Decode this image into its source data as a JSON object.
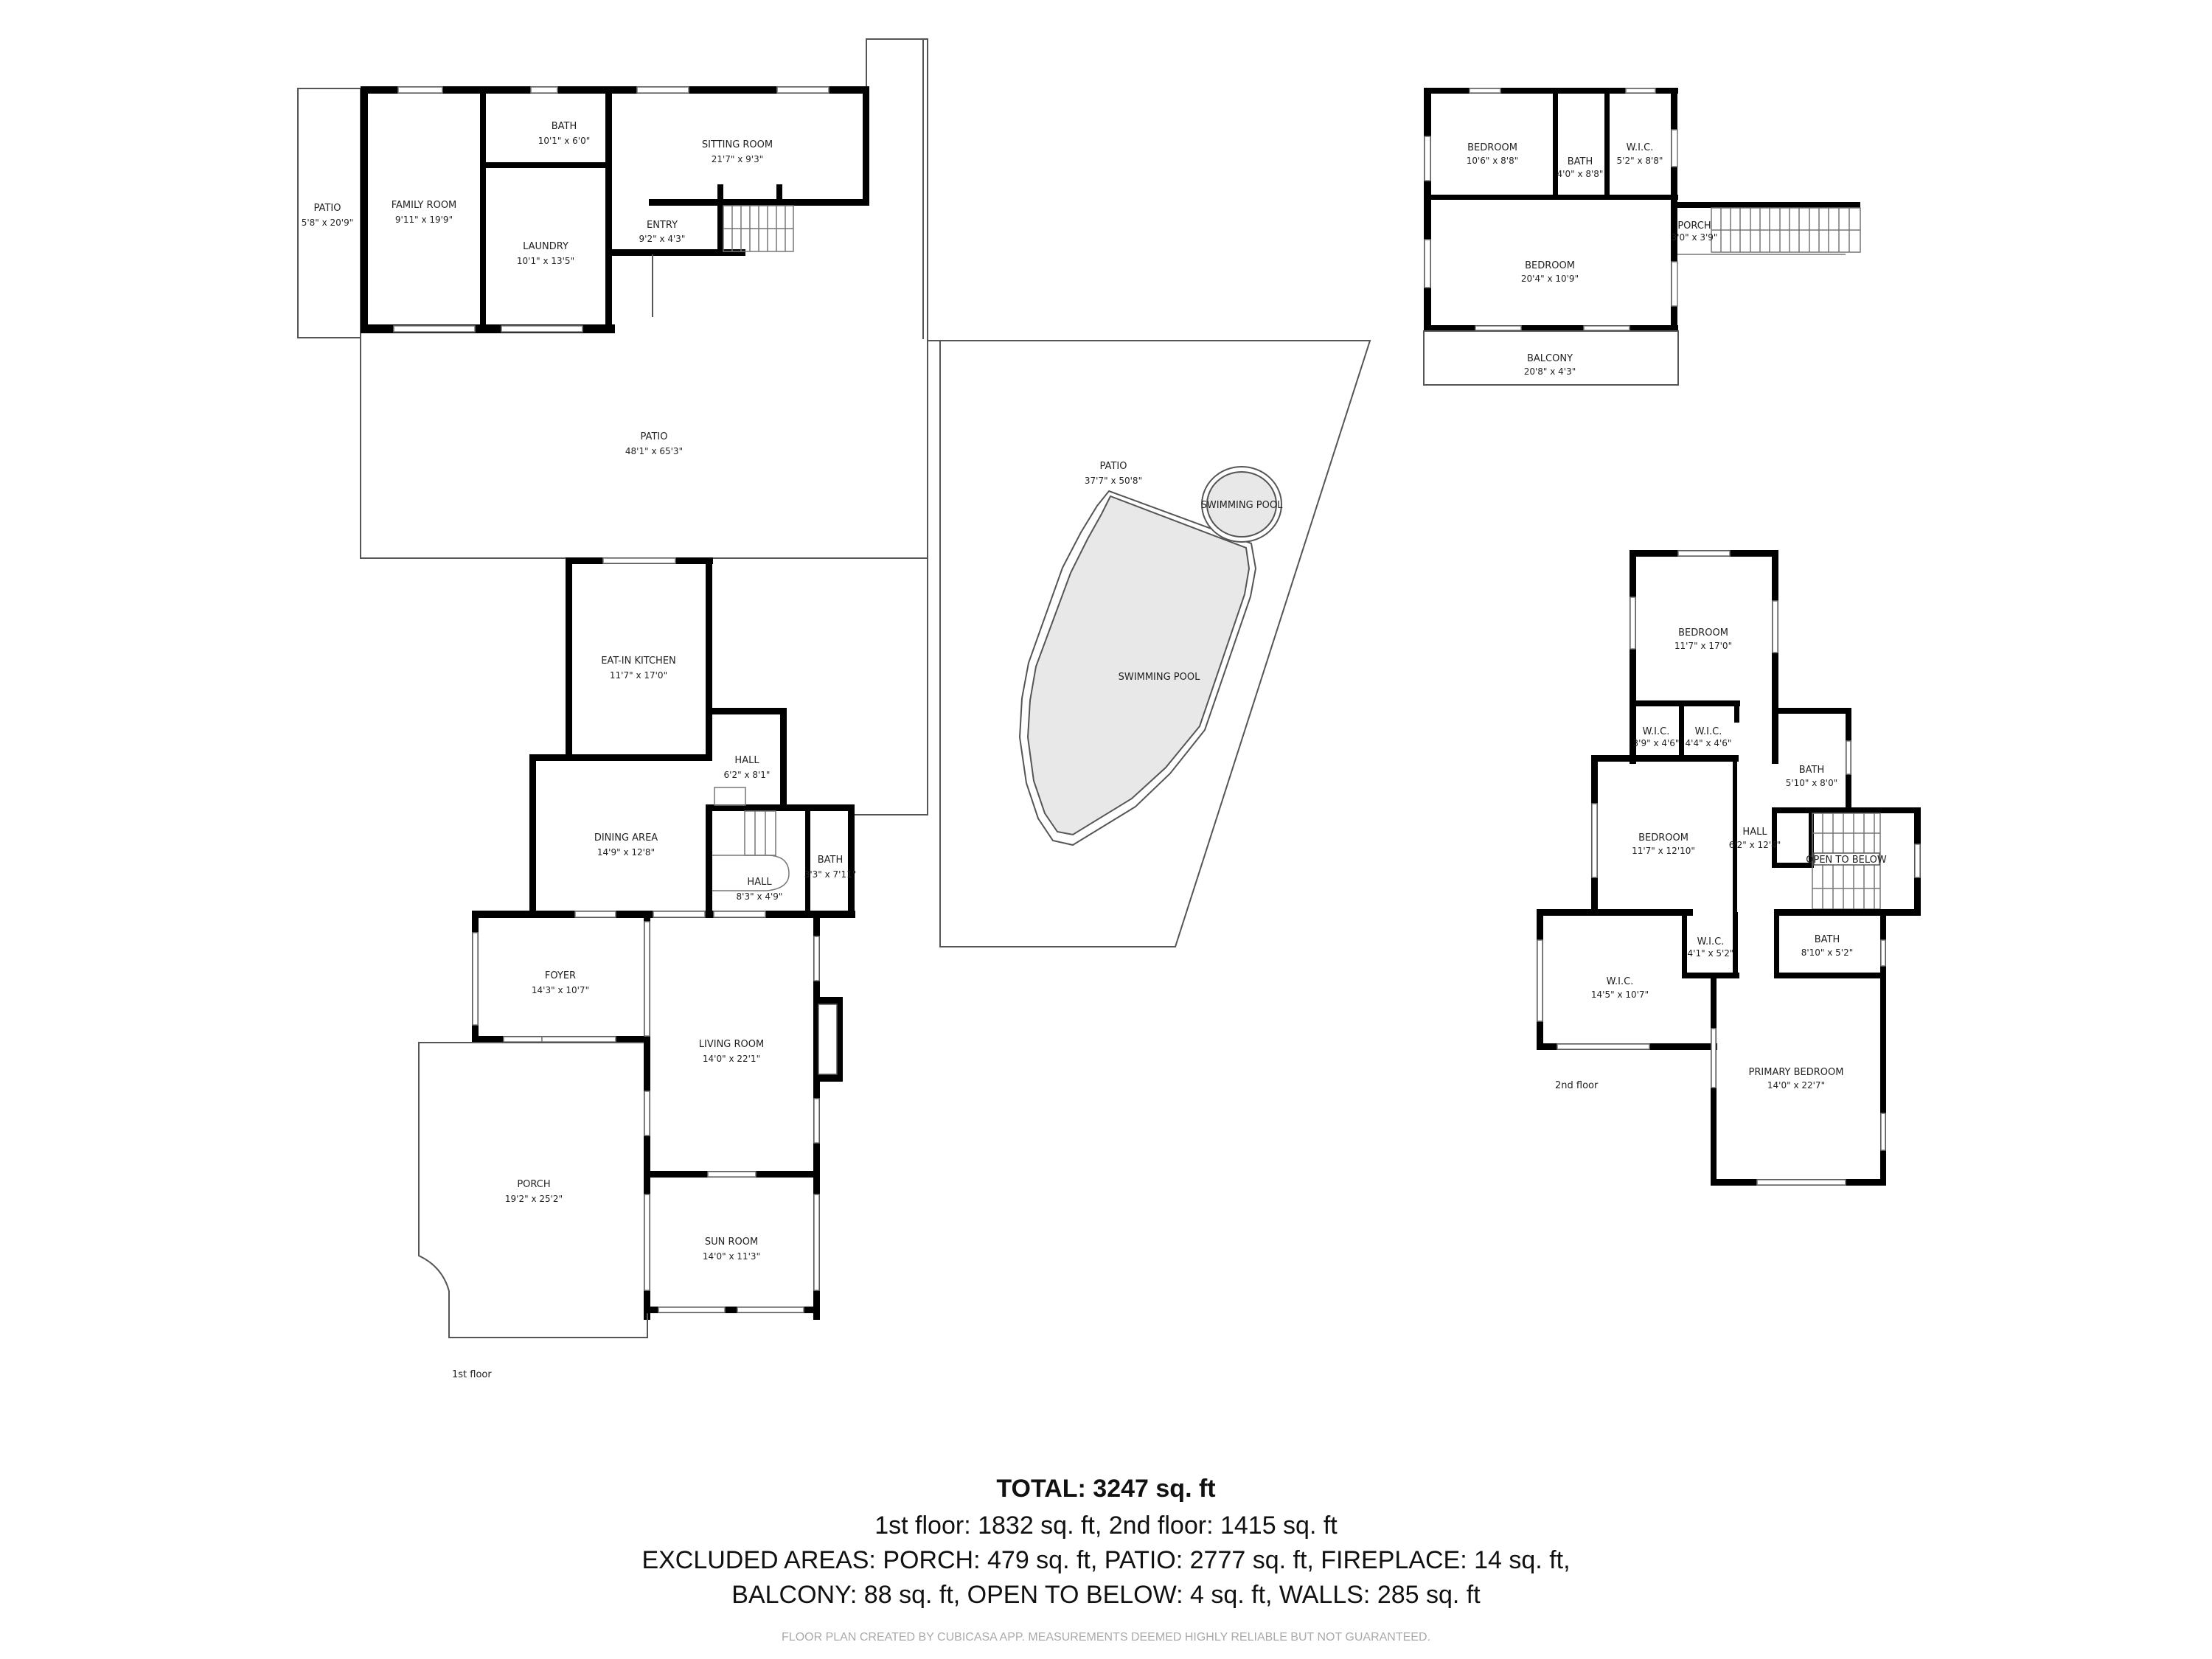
{
  "floor_plan": {
    "first_floor": {
      "label": "1st floor",
      "rooms": [
        {
          "name": "PATIO",
          "dims": "5'8\" x 20'9\""
        },
        {
          "name": "FAMILY ROOM",
          "dims": "9'11\" x 19'9\""
        },
        {
          "name": "BATH",
          "dims": "10'1\" x 6'0\""
        },
        {
          "name": "LAUNDRY",
          "dims": "10'1\" x 13'5\""
        },
        {
          "name": "SITTING ROOM",
          "dims": "21'7\" x 9'3\""
        },
        {
          "name": "ENTRY",
          "dims": "9'2\" x 4'3\""
        },
        {
          "name": "PATIO",
          "dims": "48'1\" x 65'3\""
        },
        {
          "name": "PATIO",
          "dims": "37'7\" x 50'8\""
        },
        {
          "name": "SWIMMING POOL",
          "dims": ""
        },
        {
          "name": "SWIMMING POOL",
          "dims": ""
        },
        {
          "name": "EAT-IN KITCHEN",
          "dims": "11'7\" x 17'0\""
        },
        {
          "name": "HALL",
          "dims": "6'2\" x 8'1\""
        },
        {
          "name": "DINING AREA",
          "dims": "14'9\" x 12'8\""
        },
        {
          "name": "HALL",
          "dims": "8'3\" x 4'9\""
        },
        {
          "name": "BATH",
          "dims": "3'3\" x 7'11\""
        },
        {
          "name": "FOYER",
          "dims": "14'3\" x 10'7\""
        },
        {
          "name": "LIVING ROOM",
          "dims": "14'0\" x 22'1\""
        },
        {
          "name": "PORCH",
          "dims": "19'2\" x 25'2\""
        },
        {
          "name": "SUN ROOM",
          "dims": "14'0\" x 11'3\""
        }
      ]
    },
    "upper_unit": {
      "rooms": [
        {
          "name": "BEDROOM",
          "dims": "10'6\" x 8'8\""
        },
        {
          "name": "BATH",
          "dims": "4'0\" x 8'8\""
        },
        {
          "name": "W.I.C.",
          "dims": "5'2\" x 8'8\""
        },
        {
          "name": "BEDROOM",
          "dims": "20'4\" x 10'9\""
        },
        {
          "name": "PORCH",
          "dims": "3'0\" x 3'9\""
        },
        {
          "name": "BALCONY",
          "dims": "20'8\" x 4'3\""
        }
      ]
    },
    "second_floor": {
      "label": "2nd floor",
      "rooms": [
        {
          "name": "BEDROOM",
          "dims": "11'7\" x 17'0\""
        },
        {
          "name": "W.I.C.",
          "dims": "3'9\" x 4'6\""
        },
        {
          "name": "W.I.C.",
          "dims": "4'4\" x 4'6\""
        },
        {
          "name": "BATH",
          "dims": "5'10\" x 8'0\""
        },
        {
          "name": "BEDROOM",
          "dims": "11'7\" x 12'10\""
        },
        {
          "name": "HALL",
          "dims": "6'2\" x 12'4\""
        },
        {
          "name": "OPEN TO BELOW",
          "dims": ""
        },
        {
          "name": "W.I.C.",
          "dims": "4'1\" x 5'2\""
        },
        {
          "name": "BATH",
          "dims": "8'10\" x 5'2\""
        },
        {
          "name": "W.I.C.",
          "dims": "14'5\" x 10'7\""
        },
        {
          "name": "PRIMARY BEDROOM",
          "dims": "14'0\" x 22'7\""
        }
      ]
    }
  },
  "summary": {
    "total": "TOTAL: 3247 sq. ft",
    "floors": "1st floor: 1832 sq. ft, 2nd floor: 1415 sq. ft",
    "excluded_line1": "EXCLUDED AREAS: PORCH: 479 sq. ft, PATIO: 2777 sq. ft, FIREPLACE: 14 sq. ft,",
    "excluded_line2": "BALCONY: 88 sq. ft, OPEN TO BELOW: 4 sq. ft, WALLS: 285 sq. ft",
    "disclaimer": "FLOOR PLAN CREATED BY CUBICASA APP. MEASUREMENTS DEEMED HIGHLY RELIABLE BUT NOT GUARANTEED."
  },
  "colors": {
    "wall": "#000000",
    "pool_fill": "#e8e8e8",
    "text": "#222222",
    "disclaimer": "#aaaaaa"
  }
}
